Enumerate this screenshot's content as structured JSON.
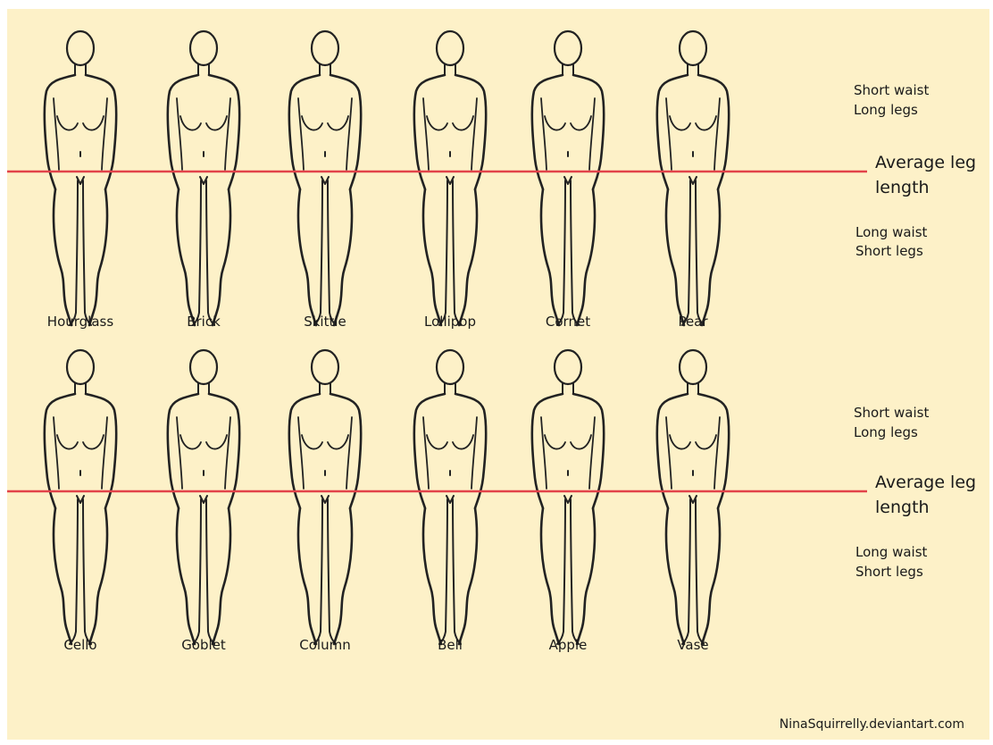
{
  "rows": [
    {
      "figures": [
        "Hourglass",
        "Brick",
        "Skittle",
        "Lollipop",
        "Cornet",
        "Pear"
      ],
      "short_waist_note": [
        "Short waist",
        "Long legs"
      ],
      "average_line_label": [
        "Average leg",
        "length"
      ],
      "long_waist_note": [
        "Long waist",
        "Short legs"
      ]
    },
    {
      "figures": [
        "Cello",
        "Goblet",
        "Column",
        "Bell",
        "Apple",
        "Vase"
      ],
      "short_waist_note": [
        "Short waist",
        "Long legs"
      ],
      "average_line_label": [
        "Average leg",
        "length"
      ],
      "long_waist_note": [
        "Long waist",
        "Short legs"
      ]
    }
  ],
  "credit": "NinaSquirrelly.deviantart.com",
  "colors": {
    "background": "#fdf1c8",
    "reference_line": "#e2434a",
    "outline": "#222222"
  }
}
